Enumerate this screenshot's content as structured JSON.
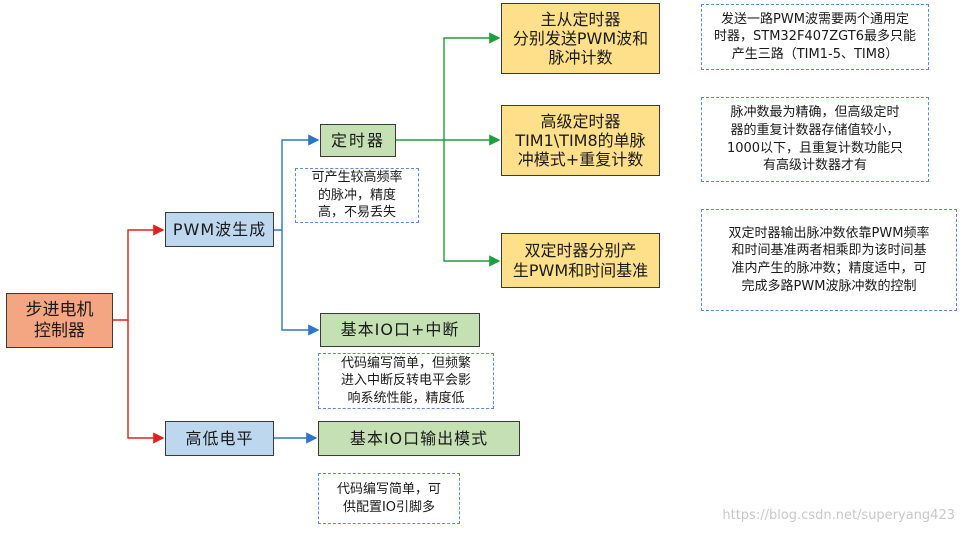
{
  "root": {
    "label": "步进电机\n控制器"
  },
  "branches": {
    "pwm": {
      "label": "PWM波生成"
    },
    "level": {
      "label": "高低电平"
    }
  },
  "methods": {
    "timer": {
      "label": "定时器"
    },
    "io_interrupt": {
      "label": "基本IO口+中断"
    },
    "io_output": {
      "label": "基本IO口输出模式"
    }
  },
  "timer_modes": {
    "master_slave": {
      "label": "主从定时器\n分别发送PWM波和\n脉冲计数"
    },
    "advanced": {
      "label": "高级定时器\nTIM1\\TIM8的单脉\n冲模式+重复计数"
    },
    "dual": {
      "label": "双定时器分别产\n生PWM和时间基准"
    }
  },
  "notes": {
    "timer": "可产生较高频率\n的脉冲，精度\n高，不易丢失",
    "io_interrupt": "代码编写简单，但频繁\n进入中断反转电平会影\n响系统性能，精度低",
    "io_output": "代码编写简单，可\n供配置IO引脚多",
    "master_slave": "发送一路PWM波需要两个通用定\n时器，STM32F407ZGT6最多只能\n产生三路（TIM1-5、TIM8）",
    "advanced": "脉冲数最为精确，但高级定时\n器的重复计数器存储值较小，\n1000以下，且重复计数功能只\n有高级计数器才有",
    "dual": "双定时器输出脉冲数依靠PWM频率\n和时间基准两者相乘即为该时间基\n准内产生的脉冲数；精度适中，可\n完成多路PWM波脉冲数的控制"
  },
  "watermark": "https://blog.csdn.net/superyang423",
  "colors": {
    "root_fill": "#f4a582",
    "branch_fill": "#bdd7ee",
    "method_fill": "#c5e0b3",
    "mode_fill": "#ffe08a",
    "red_connector": "#e0201b",
    "blue_connector": "#2e75c8",
    "green_connector": "#1e9e3a",
    "note_border": "#5b8bd8"
  }
}
